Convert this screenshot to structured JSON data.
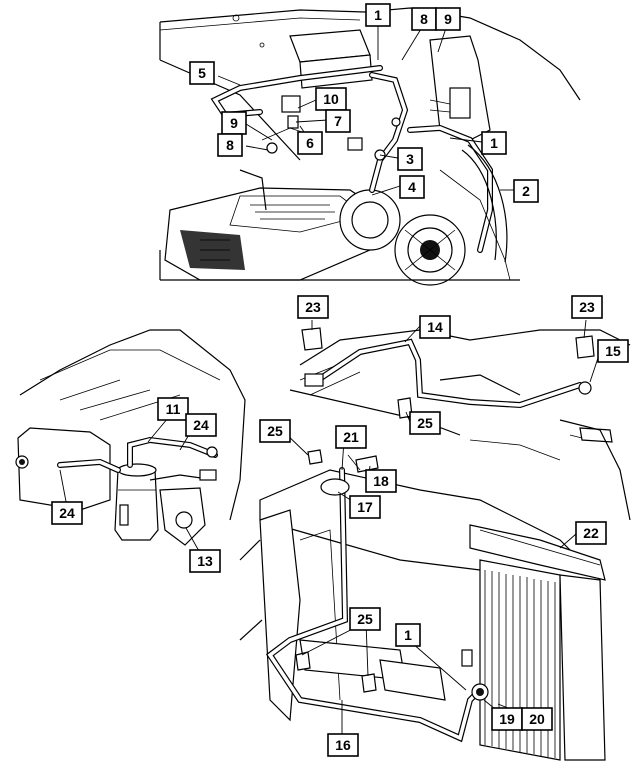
{
  "callouts": [
    {
      "id": "c1a",
      "label": "1"
    },
    {
      "id": "c8a",
      "label": "8"
    },
    {
      "id": "c9a",
      "label": "9"
    },
    {
      "id": "c5",
      "label": "5"
    },
    {
      "id": "c10",
      "label": "10"
    },
    {
      "id": "c7",
      "label": "7"
    },
    {
      "id": "c9b",
      "label": "9"
    },
    {
      "id": "c8b",
      "label": "8"
    },
    {
      "id": "c6",
      "label": "6"
    },
    {
      "id": "c3",
      "label": "3"
    },
    {
      "id": "c1b",
      "label": "1"
    },
    {
      "id": "c4",
      "label": "4"
    },
    {
      "id": "c2",
      "label": "2"
    },
    {
      "id": "c23a",
      "label": "23"
    },
    {
      "id": "c14",
      "label": "14"
    },
    {
      "id": "c23b",
      "label": "23"
    },
    {
      "id": "c15",
      "label": "15"
    },
    {
      "id": "c11",
      "label": "11"
    },
    {
      "id": "c24a",
      "label": "24"
    },
    {
      "id": "c25a",
      "label": "25"
    },
    {
      "id": "c25b",
      "label": "25"
    },
    {
      "id": "c21",
      "label": "21"
    },
    {
      "id": "c18",
      "label": "18"
    },
    {
      "id": "c17",
      "label": "17"
    },
    {
      "id": "c24b",
      "label": "24"
    },
    {
      "id": "c13",
      "label": "13"
    },
    {
      "id": "c22",
      "label": "22"
    },
    {
      "id": "c25c",
      "label": "25"
    },
    {
      "id": "c1c",
      "label": "1"
    },
    {
      "id": "c16",
      "label": "16"
    },
    {
      "id": "c19",
      "label": "19"
    },
    {
      "id": "c20",
      "label": "20"
    }
  ]
}
